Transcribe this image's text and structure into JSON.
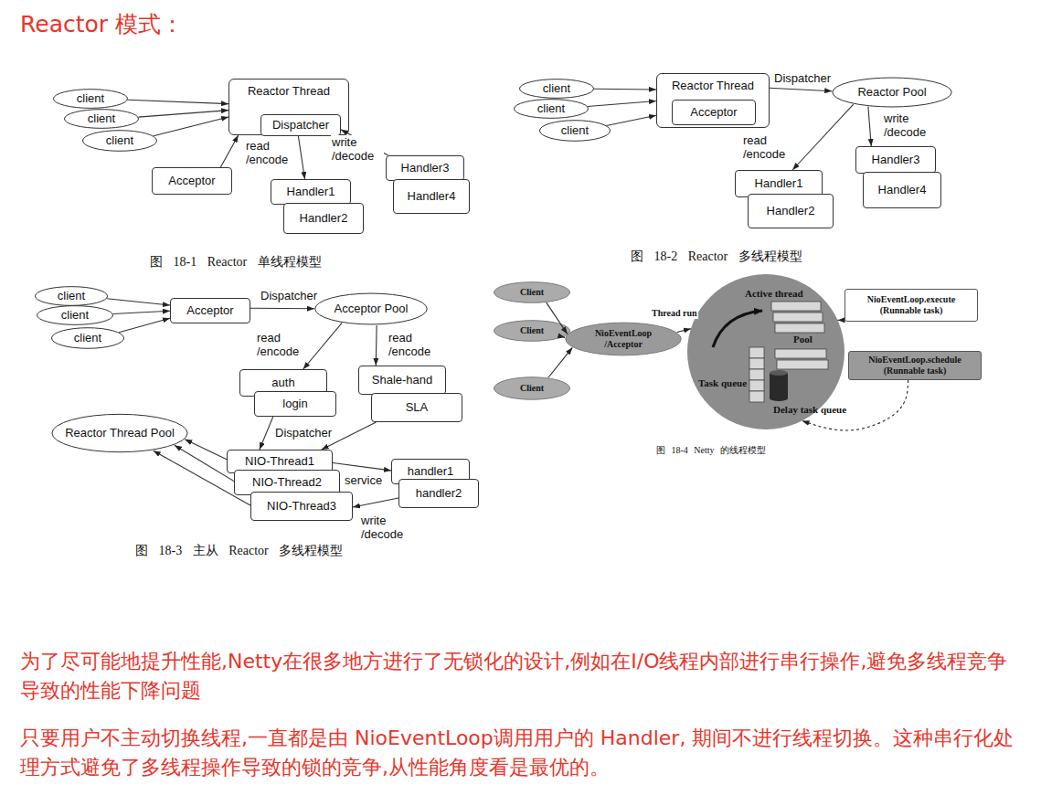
{
  "diagram": {
    "title": "Reactor 模式：",
    "nodes": [
      {
        "text": [
          "client"
        ]
      },
      {
        "text": [
          "client"
        ]
      },
      {
        "text": [
          "client"
        ]
      },
      {
        "text": [
          "Reactor Thread"
        ]
      },
      {
        "text": [
          "Dispatcher"
        ],
        "in": 3
      },
      {
        "text": [
          "Acceptor"
        ]
      },
      {
        "text": [
          "Handler1"
        ]
      },
      {
        "text": [
          "Handler2"
        ]
      },
      {
        "text": [
          "Handler3"
        ]
      },
      {
        "text": [
          "Handler4"
        ]
      },
      {
        "text": [
          "client"
        ]
      },
      {
        "text": [
          "client"
        ]
      },
      {
        "text": [
          "client"
        ]
      },
      {
        "text": [
          "Reactor Thread"
        ]
      },
      {
        "text": [
          "Acceptor"
        ],
        "in": 13
      },
      {
        "text": [
          "Reactor Pool"
        ]
      },
      {
        "text": [
          "Handler1"
        ]
      },
      {
        "text": [
          "Handler2"
        ]
      },
      {
        "text": [
          "Handler3"
        ]
      },
      {
        "text": [
          "Handler4"
        ]
      },
      {
        "text": [
          "client"
        ]
      },
      {
        "text": [
          "client"
        ]
      },
      {
        "text": [
          "client"
        ]
      },
      {
        "text": [
          "Acceptor"
        ]
      },
      {
        "text": [
          "Acceptor Pool"
        ]
      },
      {
        "text": [
          "auth"
        ]
      },
      {
        "text": [
          "login"
        ]
      },
      {
        "text": [
          "Shale-hand"
        ]
      },
      {
        "text": [
          "SLA"
        ]
      },
      {
        "text": [
          "Reactor Thread Pool"
        ]
      },
      {
        "text": [
          "NIO-Thread1"
        ]
      },
      {
        "text": [
          "NIO-Thread2"
        ]
      },
      {
        "text": [
          "NIO-Thread3"
        ]
      },
      {
        "text": [
          "handler1"
        ]
      },
      {
        "text": [
          "handler2"
        ]
      },
      {
        "text": [
          "Client"
        ]
      },
      {
        "text": [
          "Client"
        ]
      },
      {
        "text": [
          "Client"
        ]
      },
      {
        "text": [
          "NioEventLoop /Acceptor"
        ]
      },
      {
        "text": [
          "Active thread",
          "Task queue",
          "Pool",
          "Delay task queue"
        ]
      },
      {
        "text": [
          "NioEventLoop.execute (Runnable task)"
        ]
      },
      {
        "text": [
          "NioEventLoop.schedule (Runnable task)"
        ]
      }
    ],
    "edges": [
      {
        "from": 0,
        "to": 3,
        "arrow": "to"
      },
      {
        "from": 1,
        "to": 3,
        "arrow": "to"
      },
      {
        "from": 2,
        "to": 3,
        "arrow": "to"
      },
      {
        "from": 5,
        "to": 3,
        "arrow": "to"
      },
      {
        "from": 4,
        "to": 6,
        "label": "read /encode",
        "arrow": "to"
      },
      {
        "from": 8,
        "to": 4,
        "label": "write /decode",
        "arrow": "to"
      },
      {
        "from": 10,
        "to": 13,
        "arrow": "to"
      },
      {
        "from": 11,
        "to": 13,
        "arrow": "to"
      },
      {
        "from": 12,
        "to": 13,
        "arrow": "to"
      },
      {
        "from": 13,
        "to": 15,
        "label": "Dispatcher",
        "arrow": "to"
      },
      {
        "from": 15,
        "to": 16,
        "label": "read /encode",
        "arrow": "to"
      },
      {
        "from": 15,
        "to": 18,
        "label": "write /decode",
        "arrow": "to"
      },
      {
        "from": 20,
        "to": 23,
        "arrow": "to"
      },
      {
        "from": 21,
        "to": 23,
        "arrow": "to"
      },
      {
        "from": 22,
        "to": 23,
        "arrow": "to"
      },
      {
        "from": 23,
        "to": 24,
        "label": "Dispatcher",
        "arrow": "to"
      },
      {
        "from": 24,
        "to": 25,
        "label": "read /encode",
        "arrow": "to"
      },
      {
        "from": 24,
        "to": 27,
        "label": "read /encode",
        "arrow": "to"
      },
      {
        "from": 26,
        "to": 30,
        "arrow": "to"
      },
      {
        "from": 28,
        "to": 30,
        "label": "Dispatcher",
        "arrow": "to"
      },
      {
        "from": 30,
        "to": 29,
        "arrow": "to"
      },
      {
        "from": 31,
        "to": 29,
        "arrow": "to"
      },
      {
        "from": 32,
        "to": 29,
        "arrow": "to"
      },
      {
        "from": 30,
        "to": 33,
        "label": "service",
        "arrow": "to"
      },
      {
        "from": 34,
        "to": 32,
        "label": "write /decode",
        "arrow": "to"
      },
      {
        "from": 35,
        "to": 38,
        "arrow": "to"
      },
      {
        "from": 36,
        "to": 38,
        "arrow": "to"
      },
      {
        "from": 37,
        "to": 38,
        "arrow": "to"
      },
      {
        "from": 38,
        "to": 39,
        "label": "Thread run",
        "arrow": "to"
      },
      {
        "from": 40,
        "to": 39,
        "arrow": "to"
      },
      {
        "from": 41,
        "to": 39,
        "arrow": "to"
      }
    ],
    "labels": [
      "图 18-1 Reactor 单线程模型",
      "图 18-2 Reactor 多线程模型",
      "图 18-3 主从 Reactor 多线程模型",
      "图 18-4 Netty 的线程模型",
      "为了尽可能地提升性能,Netty在很多地方进行了无锁化的设计,例如在I/O线程内部进行串行操作,避免多线程竞争导致的性能下降问题",
      "只要用户不主动切换线程,一直都是由 NioEventLoop调用用户的 Handler, 期间不进行线程切换。这种串行化处理方式避免了多线程操作导致的锁的竞争,从性能角度看是最优的。"
    ]
  }
}
